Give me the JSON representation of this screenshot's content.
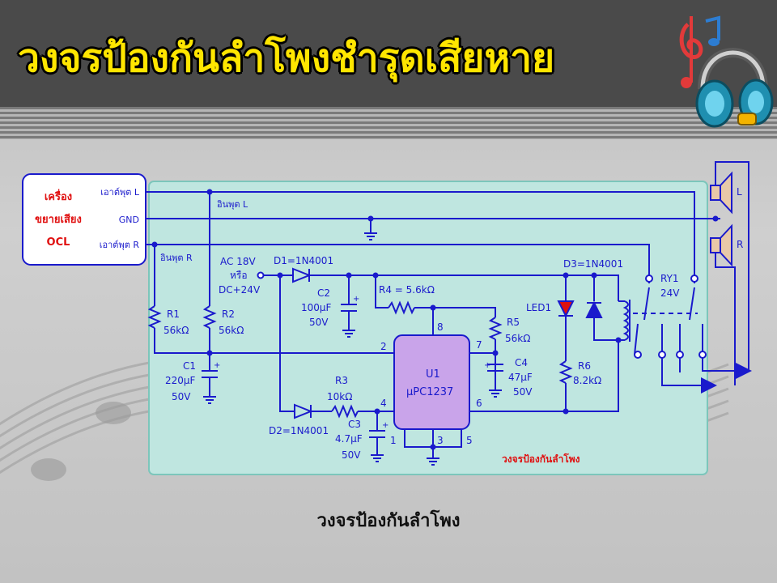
{
  "slide": {
    "title": "วงจรป้องกันลำโพงชำรุดเสียหาย",
    "caption": "วงจรป้องกันลำโพง"
  },
  "amp_box": {
    "label_line1": "เครื่อง",
    "label_line2": "ขยายเสียง",
    "label_line3": "OCL",
    "out_l": "เอาต์พุต L",
    "gnd": "GND",
    "out_r": "เอาต์พุต R"
  },
  "circuit": {
    "input_l": "อินพุต L",
    "input_r": "อินพุต R",
    "supply_line1": "AC 18V",
    "supply_line2": "หรือ",
    "supply_line3": "DC+24V",
    "d1": "D1=1N4001",
    "d2": "D2=1N4001",
    "d3": "D3=1N4001",
    "c2_name": "C2",
    "c2_value": "100µF",
    "c2_voltage": "50V",
    "r4": "R4 = 5.6kΩ",
    "r1_name": "R1",
    "r1_value": "56kΩ",
    "r2_name": "R2",
    "r2_value": "56kΩ",
    "c1_name": "C1",
    "c1_value": "220µF",
    "c1_voltage": "50V",
    "r3_name": "R3",
    "r3_value": "10kΩ",
    "c3_name": "C3",
    "c3_value": "4.7µF",
    "c3_voltage": "50V",
    "u1_name": "U1",
    "u1_part": "µPC1237",
    "r5_name": "R5",
    "r5_value": "56kΩ",
    "c4_name": "C4",
    "c4_value": "47µF",
    "c4_voltage": "50V",
    "led": "LED1",
    "r6_name": "R6",
    "r6_value": "8.2kΩ",
    "relay_name": "RY1",
    "relay_value": "24V",
    "pin_1": "1",
    "pin_2": "2",
    "pin_3": "3",
    "pin_4": "4",
    "pin_5": "5",
    "pin_6": "6",
    "pin_7": "7",
    "pin_8": "8",
    "speaker_l": "L",
    "speaker_r": "R",
    "block_label": "วงจรป้องกันลำโพง",
    "plus": "+"
  },
  "colors": {
    "wire": "#1a1acc",
    "board": "#bfe6e0",
    "amp_box_border": "#1a1acc",
    "title": "#ffe600",
    "red_label": "#e01010"
  }
}
